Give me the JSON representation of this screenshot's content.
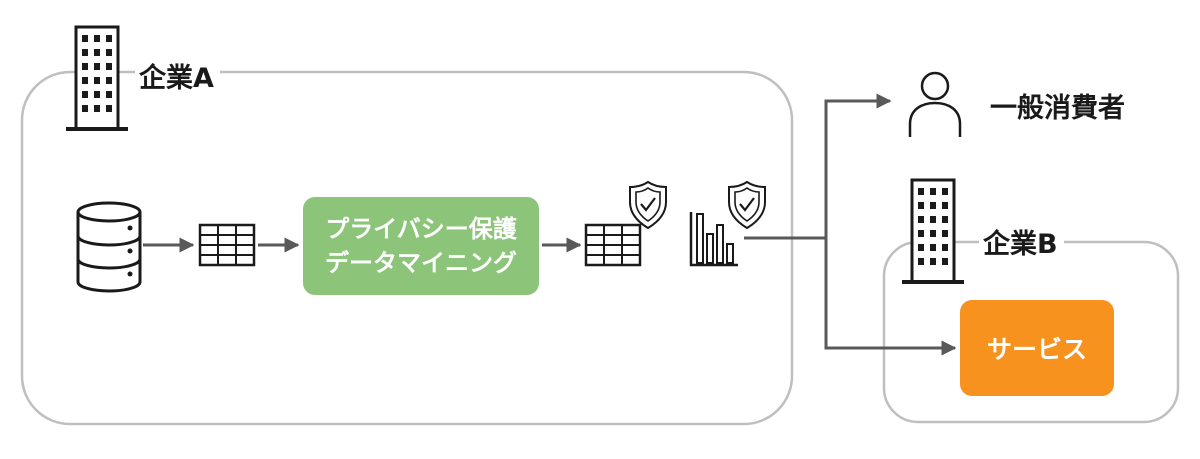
{
  "company_a": {
    "label": "企業A"
  },
  "company_b": {
    "label": "企業B"
  },
  "consumer": {
    "label": "一般消費者"
  },
  "process": {
    "line1": "プライバシー保護",
    "line2": "データマイニング"
  },
  "service": {
    "label": "サービス"
  },
  "colors": {
    "process_fill": "#8cc47a",
    "service_fill": "#f7921e",
    "container_border": "#bfbfbf",
    "arrow": "#595959",
    "icon": "#1a1a1a"
  },
  "icons": [
    "office-building-icon",
    "database-icon",
    "table-icon",
    "shield-check-icon",
    "bar-chart-icon",
    "person-icon"
  ]
}
